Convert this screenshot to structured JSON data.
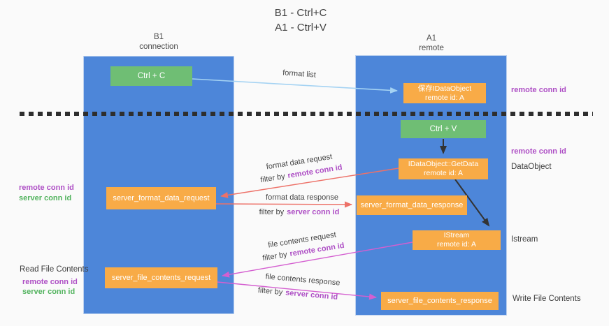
{
  "title": {
    "line1": "B1 - Ctrl+C",
    "line2": "A1 - Ctrl+V"
  },
  "lanes": {
    "left": {
      "title": "B1",
      "subtitle": "connection"
    },
    "right": {
      "title": "A1",
      "subtitle": "remote"
    }
  },
  "nodes": {
    "ctrl_c": "Ctrl + C",
    "ctrl_v": "Ctrl + V",
    "saved_dataobject": {
      "line1": "保存IDataObject",
      "line2": "remote id: A"
    },
    "getdata": {
      "line1": "IDataObject::GetData",
      "line2": "remote id: A"
    },
    "istream": {
      "line1": "IStream",
      "line2": "remote id: A"
    },
    "format_request": "server_format_data_request",
    "format_response": "server_format_data_response",
    "file_request": "server_file_contents_request",
    "file_response": "server_file_contents_response"
  },
  "arrows": {
    "format_list": {
      "label": "format list"
    },
    "format_data_request": {
      "label": "format data request",
      "filter_prefix": "filter by",
      "filter_key": "remote conn id"
    },
    "format_data_response": {
      "label": "format data response",
      "filter_prefix": "filter by",
      "filter_key": "server conn id"
    },
    "file_contents_request": {
      "label": "file contents request",
      "filter_prefix": "filter by",
      "filter_key": "remote conn id"
    },
    "file_contents_response": {
      "label": "file contents response",
      "filter_prefix": "filter by",
      "filter_key": "server conn id"
    }
  },
  "side_labels": {
    "right_remote_conn_top": "remote conn id",
    "right_remote_conn_mid": "remote conn id",
    "dataobject": "DataObject",
    "istream": "Istream",
    "write_file": "Write File Contents",
    "left_remote_conn_mid": "remote conn id",
    "left_server_conn_mid": "server conn id",
    "read_file": "Read File Contents",
    "left_remote_conn_bottom": "remote conn id",
    "left_server_conn_bottom": "server conn id"
  },
  "colors": {
    "lane_blue": "#4d86d9",
    "node_green": "#6fbe74",
    "node_orange": "#f8ab47",
    "purple_text": "#ae4fc5",
    "green_text": "#52b35e",
    "red_arrow": "#ed7168",
    "magenta_arrow": "#d45fd0",
    "light_blue_arrow": "#a5d3f3",
    "black_arrow": "#333333"
  }
}
